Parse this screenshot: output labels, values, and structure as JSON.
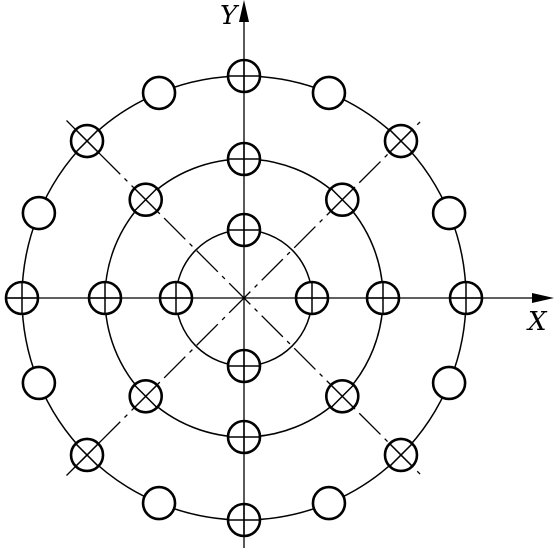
{
  "diagram": {
    "axis_labels": {
      "x": "X",
      "y": "Y"
    },
    "pitch_circles": [
      {
        "name": "inner",
        "holes": 4,
        "marker": "crosshair"
      },
      {
        "name": "middle",
        "holes": 8,
        "marker": "crosshair-and-x"
      },
      {
        "name": "outer",
        "holes": 16,
        "marker": "crosshair-x-or-plain"
      }
    ],
    "colors": {
      "stroke": "#000000",
      "background": "#ffffff"
    }
  }
}
